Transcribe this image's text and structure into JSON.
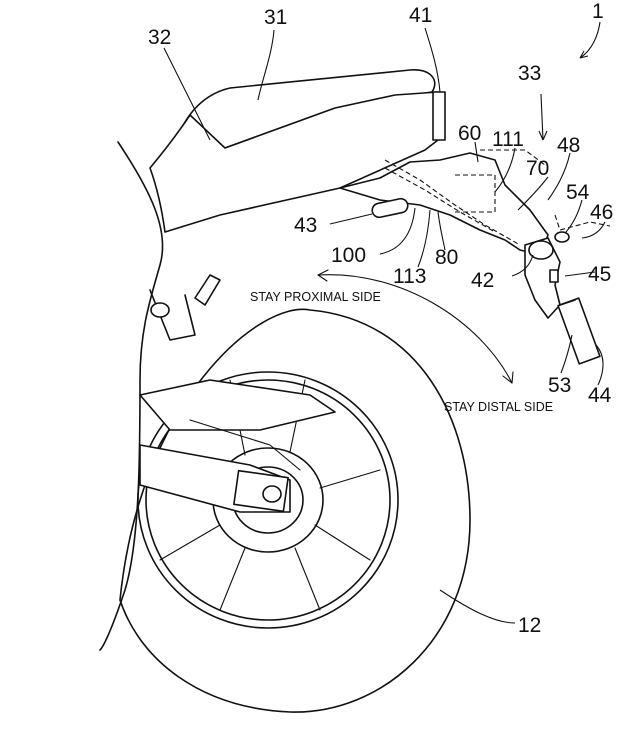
{
  "refs": {
    "r1": "1",
    "r31": "31",
    "r32": "32",
    "r41": "41",
    "r33": "33",
    "r60": "60",
    "r111": "111",
    "r48": "48",
    "r70": "70",
    "r54": "54",
    "r46": "46",
    "r43": "43",
    "r100": "100",
    "r80": "80",
    "r113": "113",
    "r42": "42",
    "r45": "45",
    "r53": "53",
    "r44": "44",
    "r12": "12"
  },
  "captions": {
    "proximal": "STAY PROXIMAL SIDE",
    "distal": "STAY DISTAL SIDE"
  }
}
